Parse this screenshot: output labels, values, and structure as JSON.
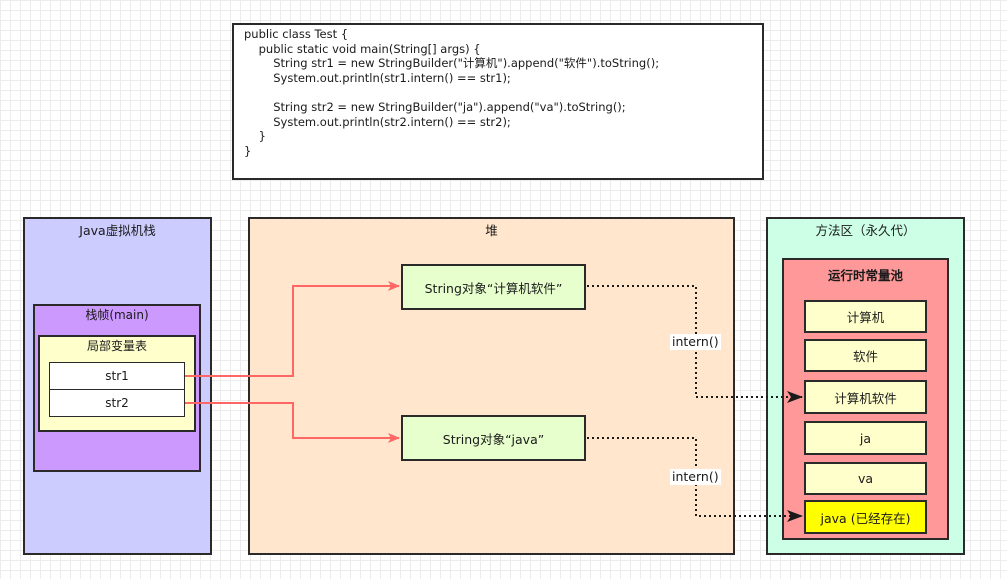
{
  "code": {
    "lines": [
      "public class Test {",
      "    public static void main(String[] args) {",
      "        String str1 = new StringBuilder(\"计算机\").append(\"软件\").toString();",
      "        System.out.println(str1.intern() == str1);",
      "",
      "        String str2 = new StringBuilder(\"ja\").append(\"va\").toString();",
      "        System.out.println(str2.intern() == str2);",
      "    }",
      "}"
    ]
  },
  "stack": {
    "title": "Java虚拟机栈",
    "frame": {
      "title": "栈帧(main)",
      "locals": {
        "title": "局部变量表",
        "vars": [
          "str1",
          "str2"
        ]
      }
    }
  },
  "heap": {
    "title": "堆",
    "objects": [
      "String对象“计算机软件”",
      "String对象“java”"
    ]
  },
  "method_area": {
    "title": "方法区（永久代）",
    "pool": {
      "title": "运行时常量池",
      "items": [
        "计算机",
        "软件",
        "计算机软件",
        "ja",
        "va",
        "java (已经存在)"
      ]
    }
  },
  "connectors": {
    "intern_label_1": "intern()",
    "intern_label_2": "intern()"
  },
  "colors": {
    "reference_arrow": "#ff6666",
    "intern_arrow": "#1a1a1a",
    "highlight": "#ffff00"
  }
}
